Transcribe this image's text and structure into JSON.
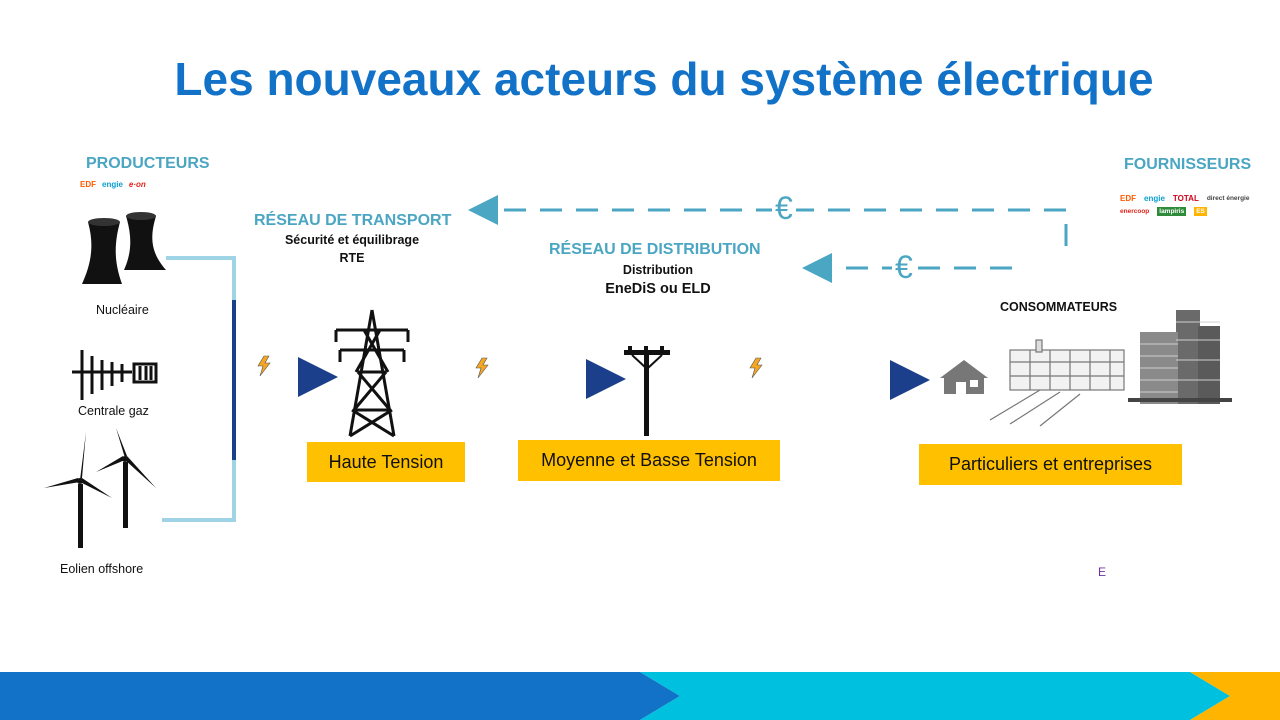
{
  "title": "Les nouveaux acteurs du système électrique",
  "producers": {
    "heading": "PRODUCTEURS",
    "logos": [
      "EDF",
      "engie",
      "e·on"
    ],
    "plants": [
      {
        "label": "Nucléaire",
        "icon": "cooling-tower-icon"
      },
      {
        "label": "Centrale gaz",
        "icon": "gas-plant-icon"
      },
      {
        "label": "Eolien offshore",
        "icon": "wind-turbine-icon"
      }
    ]
  },
  "transport": {
    "heading": "RÉSEAU DE TRANSPORT",
    "subtitle": "Sécurité et équilibrage",
    "operator": "RTE",
    "box_label": "Haute Tension"
  },
  "distribution": {
    "heading": "RÉSEAU DE DISTRIBUTION",
    "subtitle": "Distribution",
    "operator": "EneDiS ou ELD",
    "box_label": "Moyenne et Basse Tension"
  },
  "consumers": {
    "heading": "CONSOMMATEURS",
    "box_label": "Particuliers et entreprises",
    "stray_letter": "E"
  },
  "suppliers": {
    "heading": "FOURNISSEURS",
    "logos": [
      "EDF",
      "engie",
      "TOTAL",
      "direct énergie",
      "enercoop",
      "lampiris",
      "ES"
    ]
  },
  "money_flows": [
    {
      "symbol": "€",
      "from": "FOURNISSEURS",
      "to": "RÉSEAU DE TRANSPORT"
    },
    {
      "symbol": "€",
      "from": "FOURNISSEURS",
      "to": "RÉSEAU DE DISTRIBUTION"
    }
  ],
  "colors": {
    "title": "#1272c8",
    "teal_heading": "#4aa6c2",
    "box_fill": "#ffc000",
    "flow_dark": "#1b3f8b",
    "flow_light": "#9fd3e6",
    "footer_blue": "#1272c8",
    "footer_cyan": "#00c0e0",
    "footer_yellow": "#ffb400"
  }
}
